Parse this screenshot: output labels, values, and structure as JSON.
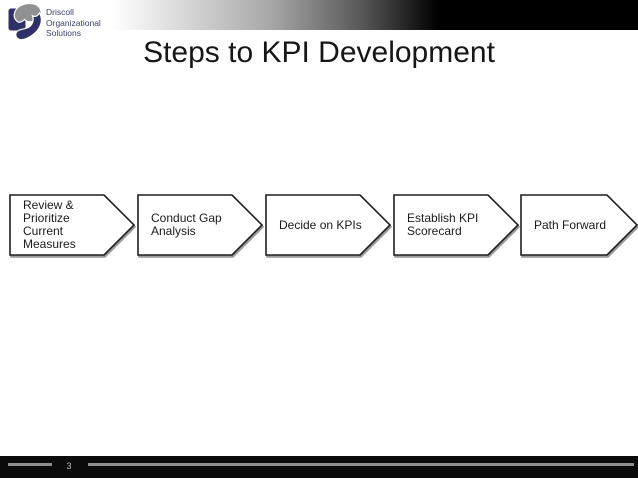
{
  "slide": {
    "title": "Steps to KPI Development",
    "page_number": "3"
  },
  "logo": {
    "line1": "Driscoll",
    "line2": "Organizational",
    "line3": "Solutions"
  },
  "flow": {
    "type": "process-flow",
    "steps": [
      {
        "label": "Review & Prioritize Current Measures"
      },
      {
        "label": "Conduct Gap Analysis"
      },
      {
        "label": "Decide on KPIs"
      },
      {
        "label": "Establish KPI Scorecard"
      },
      {
        "label": "Path Forward"
      }
    ]
  },
  "colors": {
    "banner_gradient_start": "#ffffff",
    "banner_gradient_end": "#000000",
    "footer_bar": "#0b0b0b",
    "footer_line": "#8f8f8f",
    "arrow_fill": "#ffffff",
    "arrow_border": "#1f1f1f",
    "arrow_shadow": "#9a9a9a",
    "logo_navy": "#2e3167",
    "logo_gray": "#8e9092",
    "logo_text": "#3a3f6d",
    "title_text": "#161616"
  }
}
